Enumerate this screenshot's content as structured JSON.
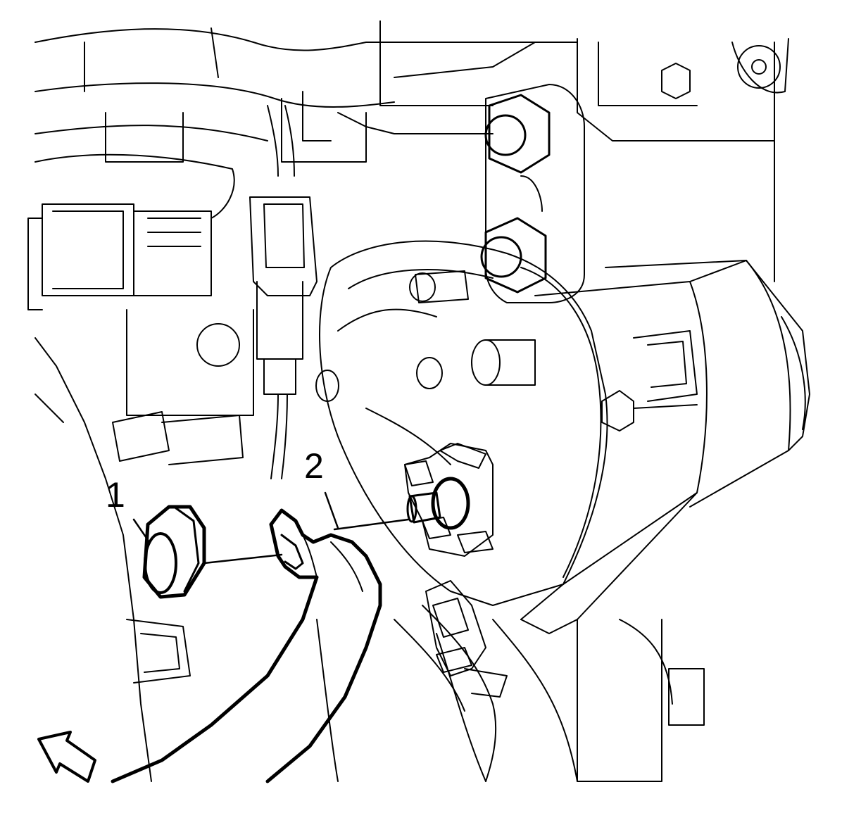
{
  "callouts": [
    {
      "id": "1",
      "label": "1"
    },
    {
      "id": "2",
      "label": "2"
    }
  ],
  "colors": {
    "ink": "#000000",
    "paper": "#ffffff"
  },
  "icons": [
    "view-direction-arrow-icon"
  ]
}
